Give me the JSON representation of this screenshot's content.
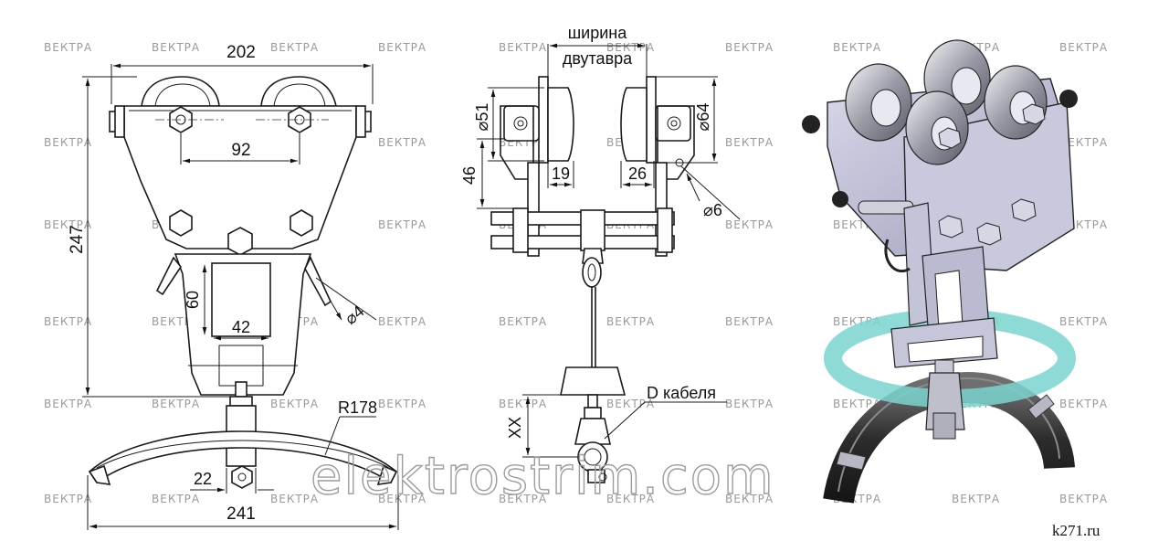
{
  "watermark_text": "ВЕКТРА",
  "site_watermark": "elektrostrim.com",
  "site_label": "k271.ru",
  "front_view": {
    "width_overall": "202",
    "height_overall": "247",
    "axle_spacing": "92",
    "slot_height": "60",
    "slot_width": "42",
    "hole_diameter": "4",
    "bow_radius": "R178",
    "clamp_width": "22",
    "bow_width": "241"
  },
  "side_view": {
    "beam_width_line1": "ширина",
    "beam_width_line2": "двутавра",
    "roller_left_diameter": "51",
    "roller_right_diameter": "64",
    "roller_left_width": "19",
    "roller_right_width": "26",
    "bracket_height": "46",
    "hole_diameter": "6",
    "cable_label": "D кабеля",
    "hanger_height": "XX"
  },
  "iso_view": {
    "rotation_color": "#7ad3cf"
  }
}
